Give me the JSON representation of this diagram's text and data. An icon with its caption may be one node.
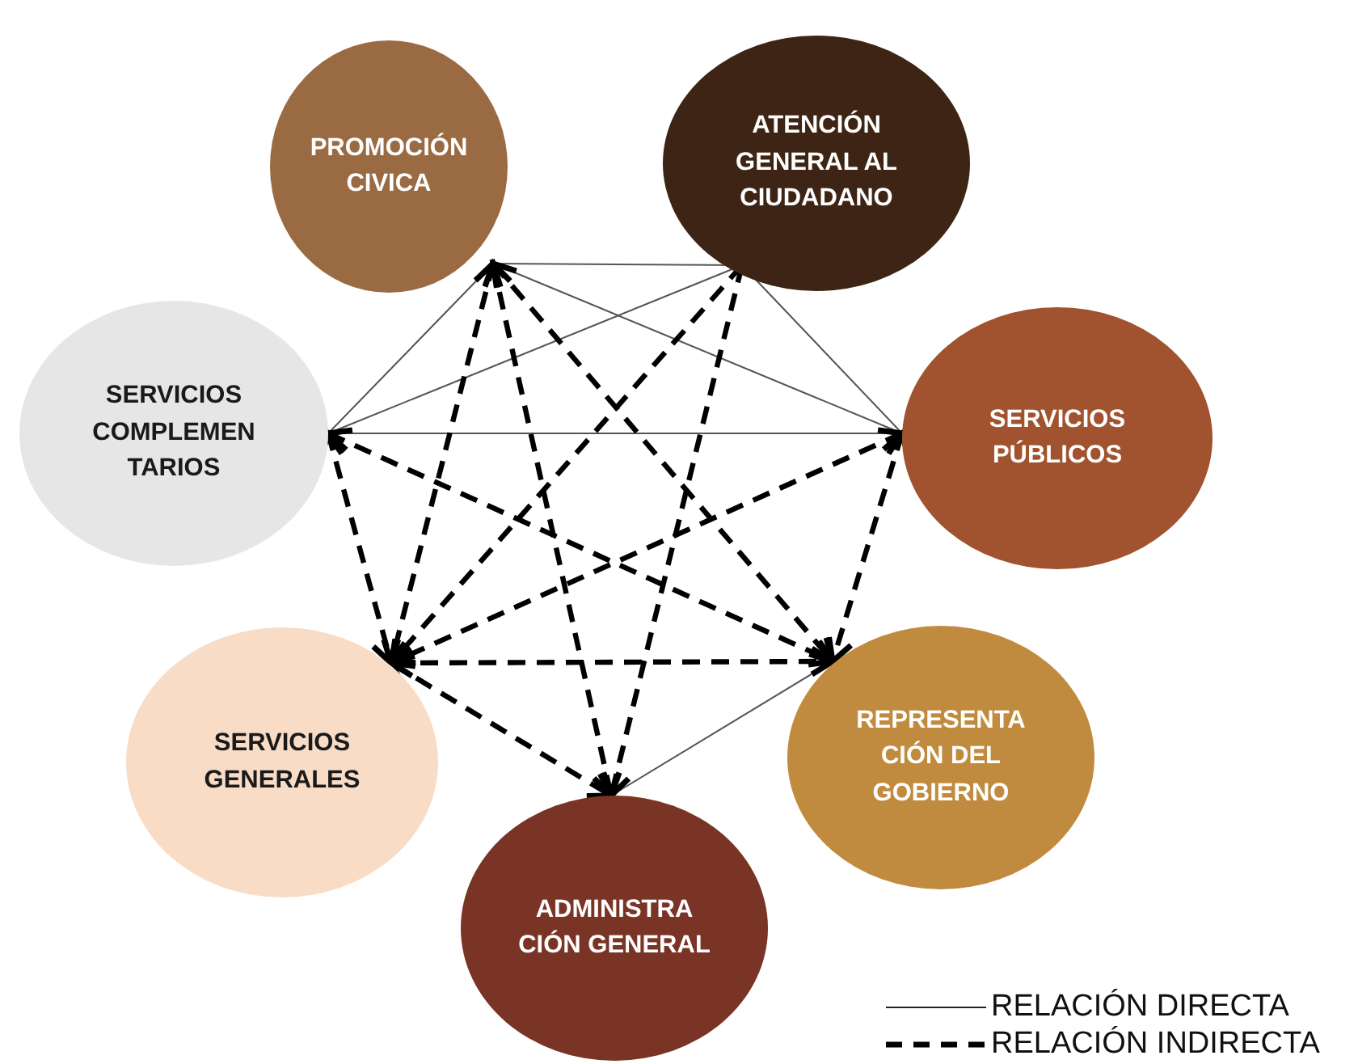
{
  "diagram": {
    "nodes": [
      {
        "text": [
          "PROMOCIÓN CIVICA"
        ]
      },
      {
        "text": [
          "ATENCIÓN GENERAL AL CIUDADANO"
        ]
      },
      {
        "text": [
          "SERVICIOS COMPLEMEN TARIOS"
        ]
      },
      {
        "text": [
          "SERVICIOS PÚBLICOS"
        ]
      },
      {
        "text": [
          "SERVICIOS GENERALES"
        ]
      },
      {
        "text": [
          "REPRESENTA CIÓN DEL GOBIERNO"
        ]
      },
      {
        "text": [
          "ADMINISTRA CIÓN GENERAL"
        ]
      }
    ],
    "edges": [
      {
        "from": 0,
        "to": 1,
        "arrow": "none"
      },
      {
        "from": 0,
        "to": 2,
        "arrow": "none"
      },
      {
        "from": 0,
        "to": 3,
        "arrow": "none"
      },
      {
        "from": 1,
        "to": 2,
        "arrow": "none"
      },
      {
        "from": 1,
        "to": 3,
        "arrow": "none"
      },
      {
        "from": 2,
        "to": 3,
        "arrow": "none"
      },
      {
        "from": 6,
        "to": 5,
        "arrow": "none"
      },
      {
        "from": 0,
        "to": 4,
        "arrow": "both",
        "style": "dashed"
      },
      {
        "from": 0,
        "to": 5,
        "arrow": "both",
        "style": "dashed"
      },
      {
        "from": 0,
        "to": 6,
        "arrow": "both",
        "style": "dashed"
      },
      {
        "from": 1,
        "to": 4,
        "arrow": "to",
        "style": "dashed"
      },
      {
        "from": 1,
        "to": 6,
        "arrow": "to",
        "style": "dashed"
      },
      {
        "from": 2,
        "to": 4,
        "arrow": "both",
        "style": "dashed"
      },
      {
        "from": 2,
        "to": 5,
        "arrow": "both",
        "style": "dashed"
      },
      {
        "from": 3,
        "to": 4,
        "arrow": "both",
        "style": "dashed"
      },
      {
        "from": 3,
        "to": 5,
        "arrow": "both",
        "style": "dashed"
      },
      {
        "from": 4,
        "to": 5,
        "arrow": "both",
        "style": "dashed"
      },
      {
        "from": 4,
        "to": 6,
        "arrow": "both",
        "style": "dashed"
      }
    ],
    "legend": [
      {
        "text": "RELACIÓN DIRECTA"
      },
      {
        "text": "RELACIÓN INDIRECTA"
      }
    ]
  }
}
